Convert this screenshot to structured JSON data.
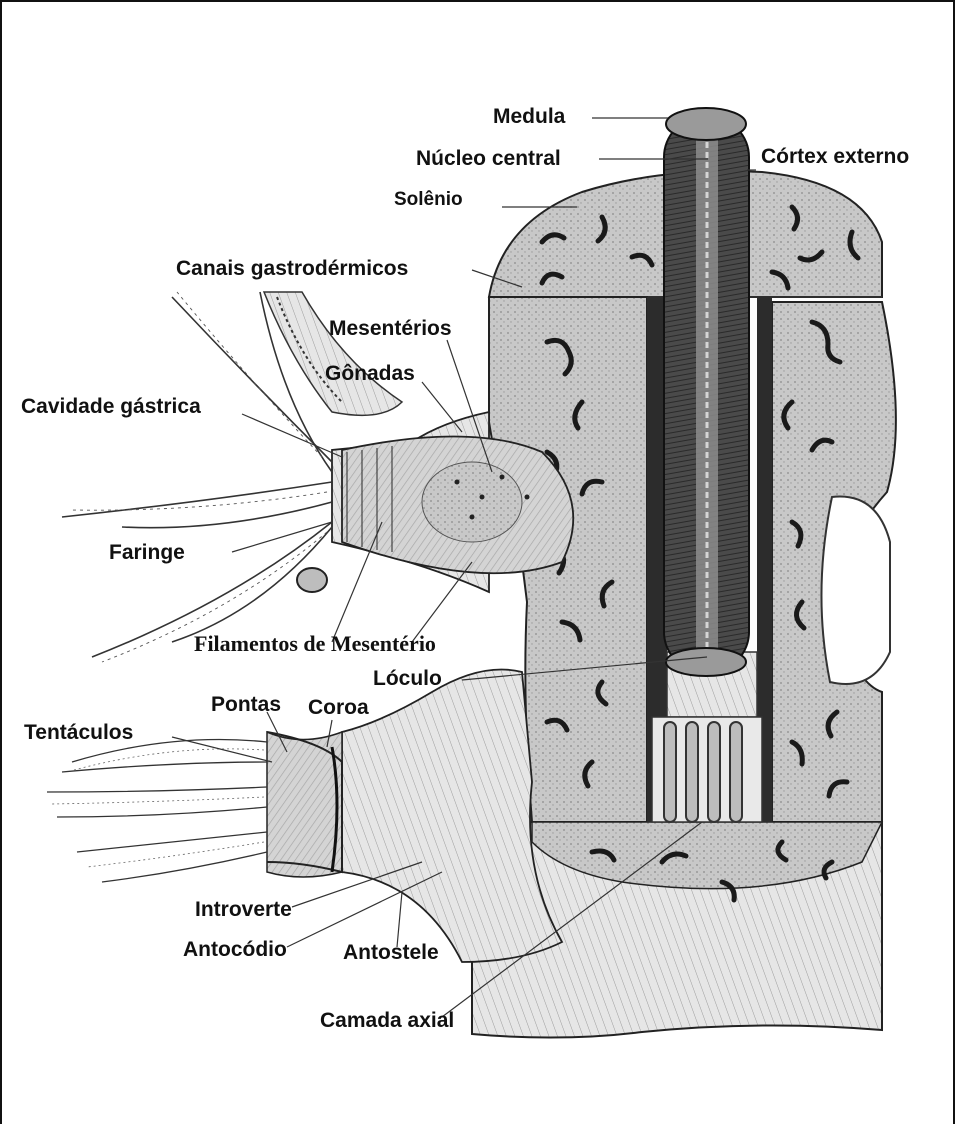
{
  "labels": {
    "medula": "Medula",
    "nucleo_central": "Núcleo central",
    "cortex_externo": "Córtex externo",
    "solenio": "Solênio",
    "canais_gastrodermicos": "Canais gastrodérmicos",
    "mesenterios": "Mesentérios",
    "gonadas": "Gônadas",
    "cavidade_gastrica": "Cavidade gástrica",
    "faringe": "Faringe",
    "filamentos_de_mesenterio": "Filamentos de Mesentério",
    "loculo": "Lóculo",
    "pontas": "Pontas",
    "coroa": "Coroa",
    "tentaculos": "Tentáculos",
    "introverte": "Introverte",
    "antocodio": "Antocódio",
    "antostele": "Antostele",
    "camada_axial": "Camada axial"
  },
  "colors": {
    "ink": "#111111",
    "tissue": "#cfcfcf",
    "shadow": "#6e6e6e",
    "core_dark": "#3a3a3a",
    "background": "#ffffff"
  }
}
